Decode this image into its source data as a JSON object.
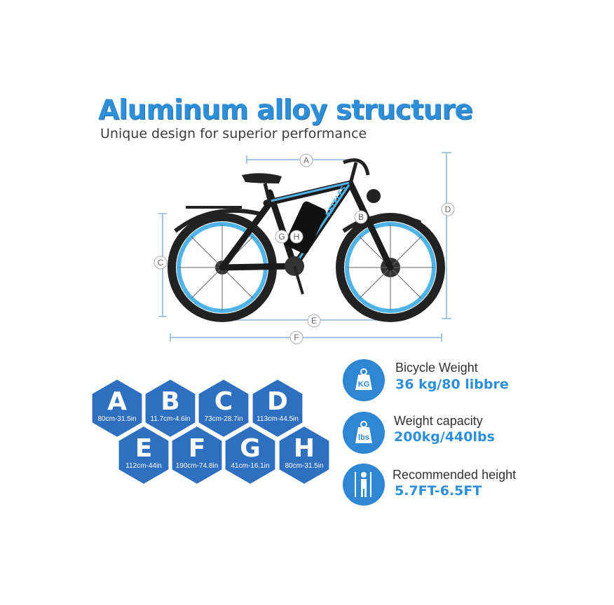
{
  "header": {
    "title": "Aluminum alloy structure",
    "subtitle": "Unique design for superior performance"
  },
  "dimension_markers": [
    "A",
    "B",
    "C",
    "D",
    "E",
    "F",
    "G",
    "H"
  ],
  "dimensions": [
    {
      "letter": "A",
      "value": "80cm-31.5in"
    },
    {
      "letter": "B",
      "value": "11.7cm-4.6in"
    },
    {
      "letter": "C",
      "value": "73cm-28.7in"
    },
    {
      "letter": "D",
      "value": "113cm-44.5in"
    },
    {
      "letter": "E",
      "value": "112cm-44in"
    },
    {
      "letter": "F",
      "value": "190cm-74.8in"
    },
    {
      "letter": "G",
      "value": "41cm-16.1in"
    },
    {
      "letter": "H",
      "value": "80cm-31.5in"
    }
  ],
  "bike_brand": "KETELES",
  "specs": [
    {
      "icon": "kg-weight-icon",
      "icon_text": "KG",
      "label": "Bicycle Weight",
      "value": "36 kg/80 libbre"
    },
    {
      "icon": "lbs-weight-icon",
      "icon_text": "lbs",
      "label": "Weight capacity",
      "value": "200kg/440lbs"
    },
    {
      "icon": "height-person-icon",
      "icon_text": "",
      "label": "Recommended height",
      "value": "5.7FT-6.5FT"
    }
  ],
  "colors": {
    "accent": "#2e8fd8",
    "hex_fill": "#2f6fbf",
    "wheel_rim": "#4fb3e8",
    "frame": "#1c1c1c",
    "guide": "#8ab4d8"
  }
}
